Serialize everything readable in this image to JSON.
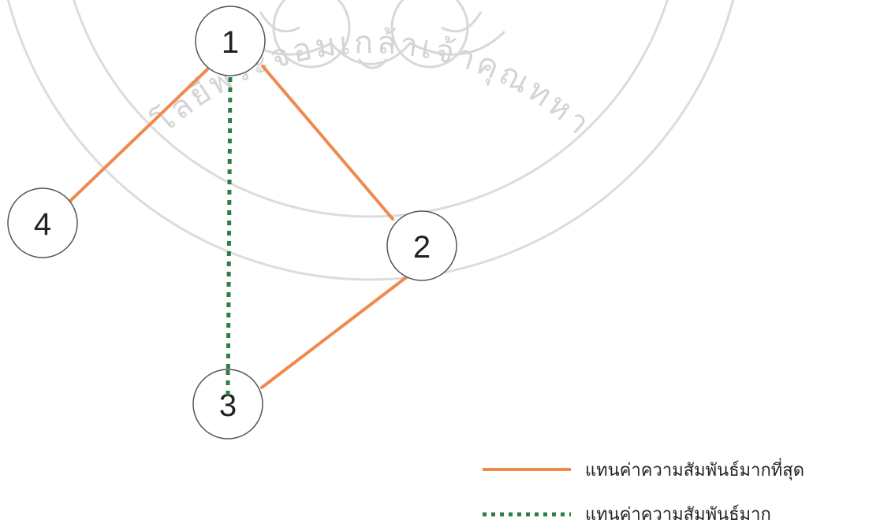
{
  "nodes": [
    {
      "id": "1",
      "label": "1"
    },
    {
      "id": "2",
      "label": "2"
    },
    {
      "id": "3",
      "label": "3"
    },
    {
      "id": "4",
      "label": "4"
    }
  ],
  "edges": [
    {
      "from": "1",
      "to": "4",
      "style": "solid"
    },
    {
      "from": "1",
      "to": "2",
      "style": "solid"
    },
    {
      "from": "2",
      "to": "3",
      "style": "solid"
    },
    {
      "from": "1",
      "to": "3",
      "style": "dotted"
    }
  ],
  "legend": [
    {
      "style": "solid",
      "label": "แทนค่าความสัมพันธ์มากที่สุด"
    },
    {
      "style": "dotted",
      "label": "แทนค่าความสัมพันธ์มาก"
    }
  ],
  "watermark": {
    "text": "นโลยีพระจอมเกล้าเจ้าคุณทหาร"
  },
  "colors": {
    "solid": "#f0894c",
    "dotted": "#2e7d45",
    "node_border": "#555555",
    "watermark": "#d4d4d4"
  }
}
